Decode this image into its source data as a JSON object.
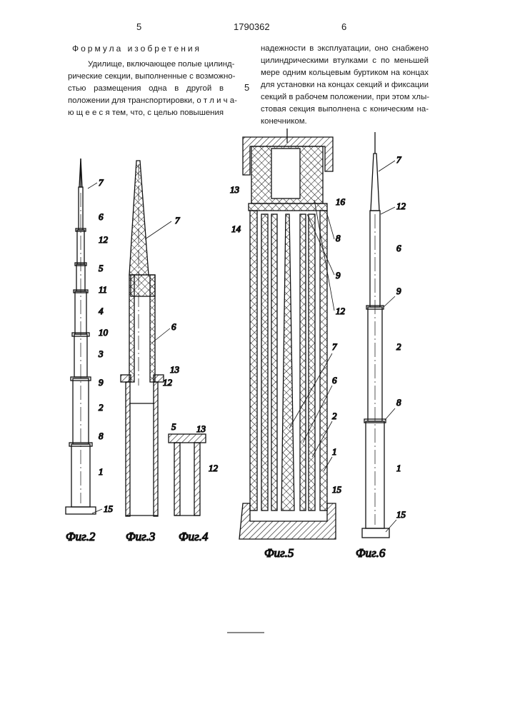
{
  "header": {
    "page_left": "5",
    "patent_number": "1790362",
    "page_right": "6"
  },
  "claims": {
    "title": "Формула изобретения",
    "left_lines": [
      "Удилище, включающее полые цилинд-",
      "рические секции, выполненные с возможно-",
      "стью размещения одна в другой в",
      "положении для транспортировки, о т л и ч а-",
      "ю щ е е с я тем, что, с целью повышения"
    ],
    "line_marker": "5",
    "right_lines": [
      "надежности в эксплуатации, оно снабжено",
      "цилиндрическими втулками с по меньшей",
      "мере одним кольцевым буртиком на концах",
      "для установки на концах секций и фиксации",
      "секций в рабочем положении, при этом хлы-",
      "стовая секция выполнена с коническим на-",
      "конечником."
    ]
  },
  "figures": {
    "fig2": {
      "caption": "Фиг.2",
      "labels": [
        "7",
        "6",
        "12",
        "5",
        "11",
        "4",
        "10",
        "3",
        "9",
        "2",
        "8",
        "1",
        "15"
      ]
    },
    "fig3": {
      "caption": "Фиг.3",
      "labels": [
        "7",
        "6",
        "13",
        "12",
        "5"
      ]
    },
    "fig4": {
      "caption": "Фиг.4",
      "labels": [
        "13",
        "12"
      ]
    },
    "fig5": {
      "caption": "Фиг.5",
      "labels": [
        "13",
        "16",
        "14",
        "8",
        "9",
        "12",
        "7",
        "6",
        "2",
        "1",
        "15"
      ]
    },
    "fig6": {
      "caption": "Фиг.6",
      "labels": [
        "7",
        "12",
        "6",
        "9",
        "2",
        "8",
        "1",
        "15"
      ]
    }
  }
}
